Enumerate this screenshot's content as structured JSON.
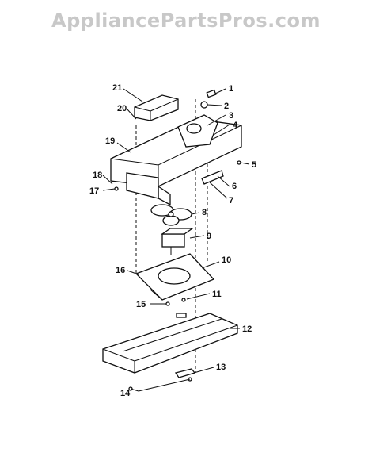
{
  "watermark": "AppliancePartsPros.com",
  "callouts": [
    "1",
    "2",
    "3",
    "4",
    "5",
    "6",
    "7",
    "8",
    "9",
    "10",
    "11",
    "12",
    "13",
    "14",
    "15",
    "16",
    "17",
    "18",
    "19",
    "20",
    "21"
  ]
}
